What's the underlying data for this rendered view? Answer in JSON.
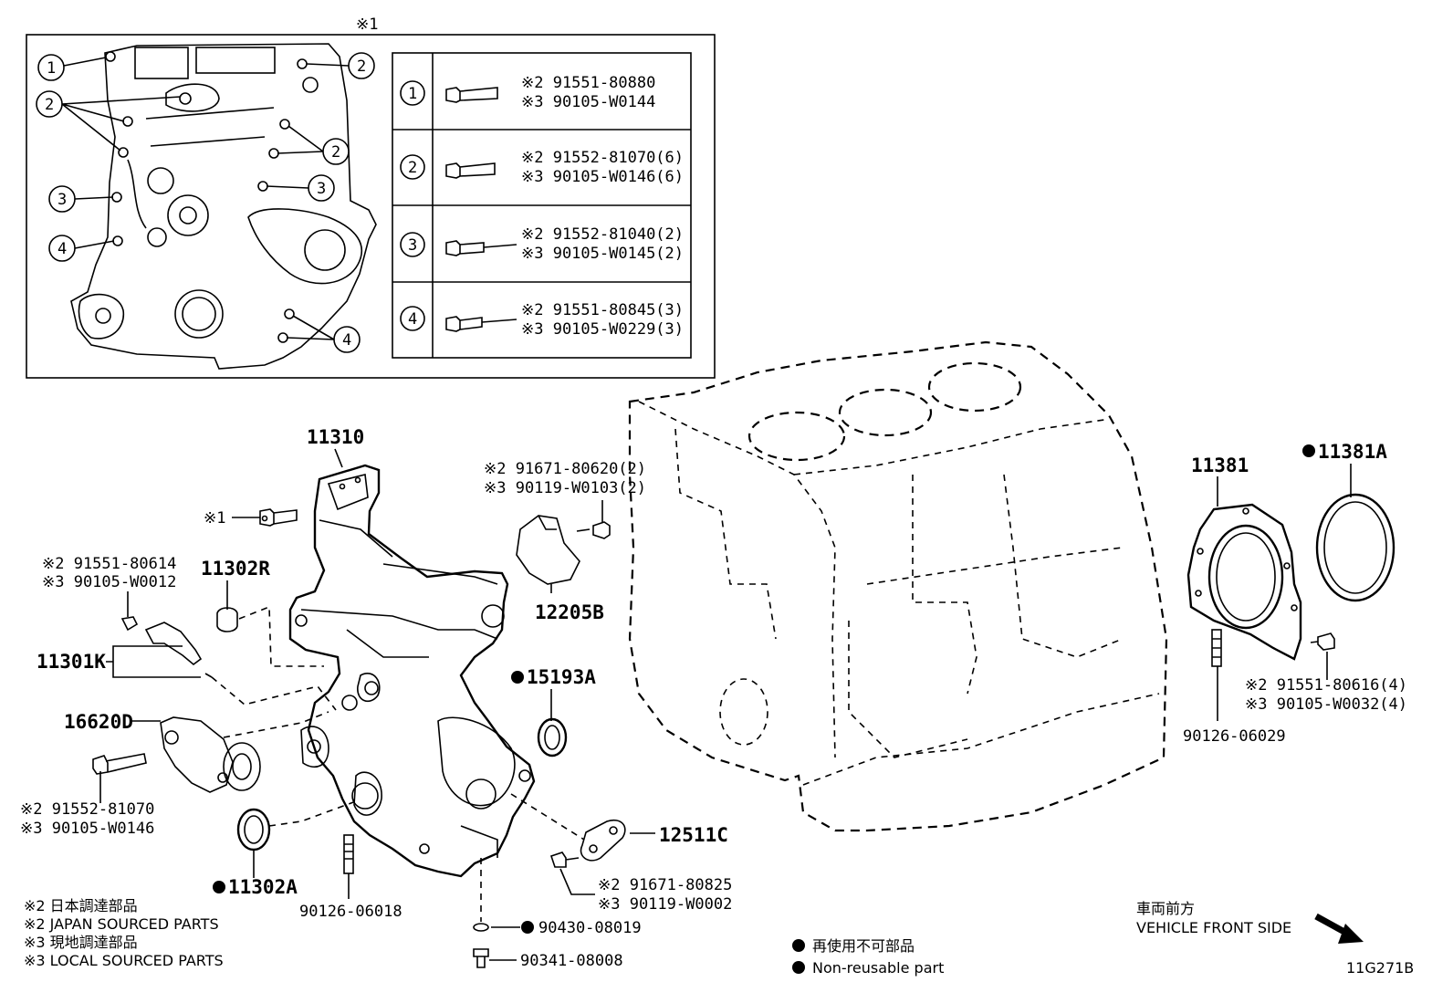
{
  "inset": {
    "marker": "※1",
    "callouts": [
      "1",
      "2",
      "3",
      "4"
    ],
    "rows": [
      {
        "no": "1",
        "line1": "※2 91551-80880",
        "line2": "※3 90105-W0144"
      },
      {
        "no": "2",
        "line1": "※2 91552-81070(6)",
        "line2": "※3 90105-W0146(6)"
      },
      {
        "no": "3",
        "line1": "※2 91552-81040(2)",
        "line2": "※3 90105-W0145(2)"
      },
      {
        "no": "4",
        "line1": "※2 91551-80845(3)",
        "line2": "※3 90105-W0229(3)"
      }
    ]
  },
  "parts": {
    "p11310": "11310",
    "bolt1": "※1",
    "p11302R": "11302R",
    "sensor_l1": "※2 91551-80614",
    "sensor_l2": "※3 90105-W0012",
    "p11301K": "11301K",
    "p16620D": "16620D",
    "tens_l1": "※2 91552-81070",
    "tens_l2": "※3 90105-W0146",
    "p11302A": "11302A",
    "p90126_06018": "90126-06018",
    "cam_l1": "※2 91671-80620(2)",
    "cam_l2": "※3 90119-W0103(2)",
    "p12205B": "12205B",
    "p15193A": "15193A",
    "p12511C": "12511C",
    "plate_l1": "※2 91671-80825",
    "plate_l2": "※3 90119-W0002",
    "p90430": "90430-08019",
    "p90341": "90341-08008",
    "p11381": "11381",
    "p11381A": "11381A",
    "ret_l1": "※2 91551-80616(4)",
    "ret_l2": "※3 90105-W0032(4)",
    "p90126_06029": "90126-06029"
  },
  "legend": {
    "jp_src": "※2  日本調達部品",
    "jp_src_en": "※2  JAPAN SOURCED PARTS",
    "local_src": "※3  現地調達部品",
    "local_src_en": "※3  LOCAL SOURCED PARTS",
    "nonreuse_jp": "再使用不可部品",
    "nonreuse_en": "Non-reusable part"
  },
  "front": {
    "jp": "車両前方",
    "en": "VEHICLE FRONT SIDE"
  },
  "figure_id": "11G271B"
}
